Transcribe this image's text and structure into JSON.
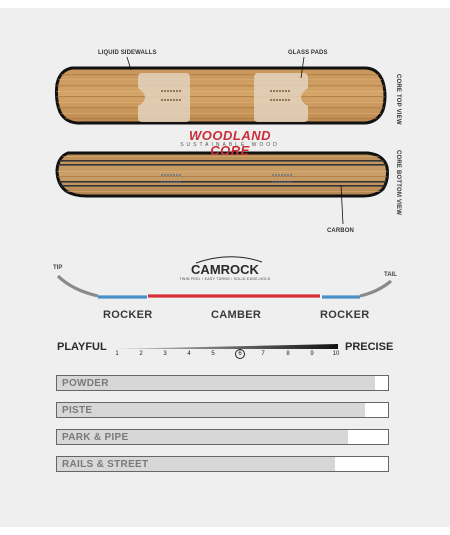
{
  "callouts": {
    "liquid_sidewalls": "LIQUID SIDEWALLS",
    "glass_pads": "GLASS PADS",
    "carbon": "CARBON"
  },
  "side_labels": {
    "core_top_view": "CORE TOP VIEW",
    "core_bottom_view": "CORE BOTTOM VIEW"
  },
  "core": {
    "title": "WOODLAND CORE",
    "subtitle": "SUSTAINABLE WOOD"
  },
  "profile": {
    "name": "CAMROCK",
    "tagline": "TWIN FEEL / EASY TURNS / SOLID EDGE-HOLD",
    "tip": "TIP",
    "tail": "TAIL",
    "rocker_left": "ROCKER",
    "camber": "CAMBER",
    "rocker_right": "ROCKER",
    "colors": {
      "rocker": "#4a90c8",
      "camber": "#d6303a",
      "edge": "#8a8a8a"
    }
  },
  "flex": {
    "left_label": "PLAYFUL",
    "right_label": "PRECISE",
    "ticks": [
      "1",
      "2",
      "3",
      "4",
      "5",
      "6",
      "7",
      "8",
      "9",
      "10"
    ],
    "selected": 6
  },
  "terrain": [
    {
      "label": "POWDER",
      "rating": 0.96
    },
    {
      "label": "PISTE",
      "rating": 0.93
    },
    {
      "label": "PARK & PIPE",
      "rating": 0.88
    },
    {
      "label": "RAILS & STREET",
      "rating": 0.84
    }
  ]
}
